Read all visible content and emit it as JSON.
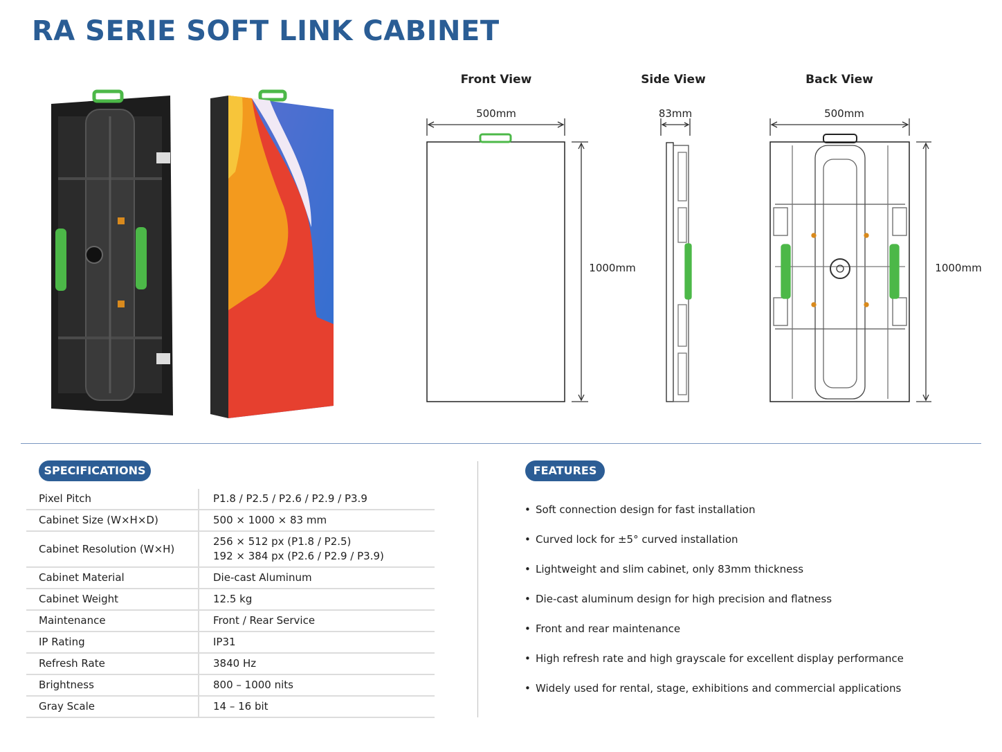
{
  "title": "RA SERIE SOFT LINK CABINET",
  "colors": {
    "brand_blue": "#2c5d95",
    "handle_green": "#4cb848"
  },
  "views": {
    "front": {
      "label": "Front View",
      "width": "500mm",
      "height": "1000mm"
    },
    "side": {
      "label": "Side View",
      "width": "83mm"
    },
    "back": {
      "label": "Back View",
      "width": "500mm",
      "height": "1000mm"
    }
  },
  "specifications": {
    "heading": "SPECIFICATIONS",
    "rows": [
      {
        "key": "Pixel Pitch",
        "value": "P1.8 / P2.5 / P2.6 / P2.9 / P3.9"
      },
      {
        "key": "Cabinet Size (W×H×D)",
        "value": "500 × 1000 × 83 mm"
      },
      {
        "key": "Cabinet Resolution (W×H)",
        "value": "256 × 512 px (P1.8 / P2.5)",
        "value2": "192 × 384 px (P2.6 / P2.9 / P3.9)"
      },
      {
        "key": "Cabinet Material",
        "value": "Die-cast Aluminum"
      },
      {
        "key": "Cabinet Weight",
        "value": "12.5 kg"
      },
      {
        "key": "Maintenance",
        "value": "Front / Rear Service"
      },
      {
        "key": "IP Rating",
        "value": "IP31"
      },
      {
        "key": "Refresh Rate",
        "value": "3840 Hz"
      },
      {
        "key": "Brightness",
        "value": "800 – 1000 nits"
      },
      {
        "key": "Gray Scale",
        "value": "14 – 16 bit"
      }
    ]
  },
  "features": {
    "heading": "FEATURES",
    "items": [
      "Soft connection design for fast installation",
      "Curved lock for ±5° curved installation",
      "Lightweight and slim cabinet, only 83mm thickness",
      "Die-cast aluminum design for high precision and flatness",
      "Front and rear maintenance",
      "High refresh rate and high grayscale for excellent display performance",
      "Widely used for rental, stage, exhibitions and commercial applications"
    ]
  }
}
